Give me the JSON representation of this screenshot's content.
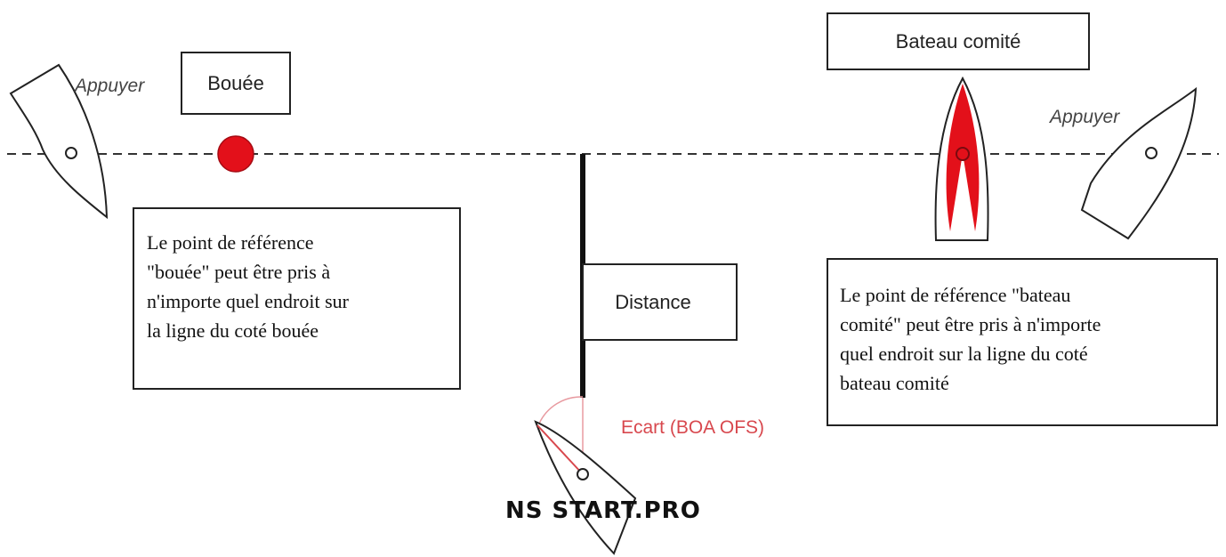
{
  "labels": {
    "buoy": "Bouée",
    "committee_boat": "Bateau comité",
    "distance": "Distance",
    "push_left": "Appuyer",
    "push_right": "Appuyer",
    "offset": "Ecart (BOA OFS)"
  },
  "notes": {
    "buoy_reference": [
      "Le point de référence",
      "\"bouée\" peut être pris à",
      "n'importe quel endroit sur",
      "la ligne du coté bouée"
    ],
    "committee_reference": [
      "Le point de référence \"bateau",
      "comité\" peut être pris à n'importe",
      "quel endroit sur la ligne du coté",
      "bateau comité"
    ]
  },
  "watermark": "NS START.PRO",
  "colors": {
    "buoy": "#e3101a",
    "committee_sail": "#e3101a",
    "offset": "#d8484e",
    "line": "#333333"
  },
  "icons": {
    "buoy": "red-circle",
    "boat": "boat-outline",
    "committee": "committee-boat-with-red-sail"
  }
}
